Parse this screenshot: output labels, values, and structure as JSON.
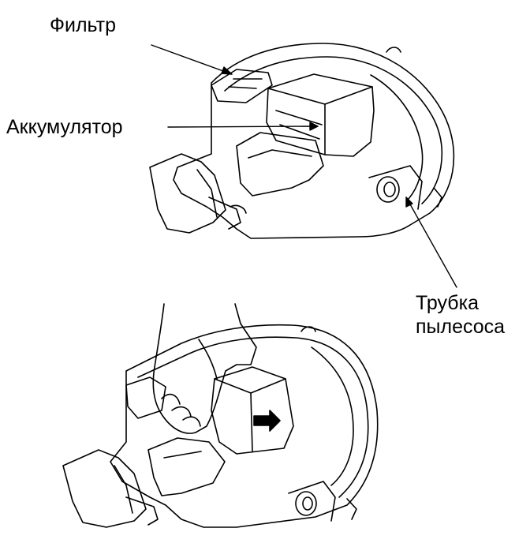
{
  "labels": {
    "filter": "Фильтр",
    "battery": "Аккумулятор",
    "tube_line1": "Трубка",
    "tube_line2": "пылесоса"
  },
  "colors": {
    "ink": "#000000",
    "background": "#ffffff"
  }
}
